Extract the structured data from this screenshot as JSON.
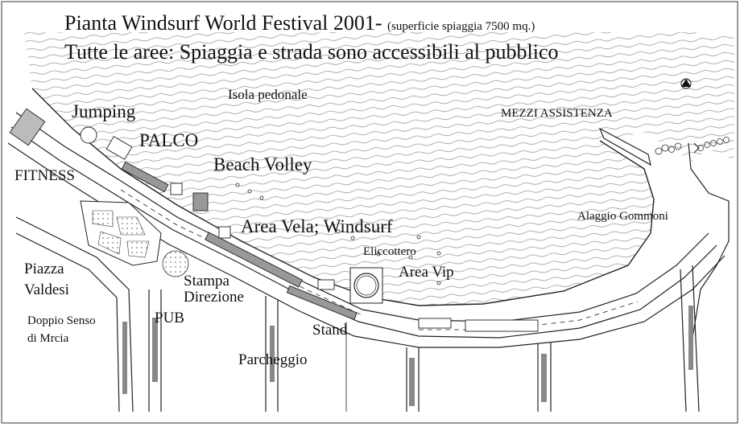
{
  "map": {
    "title": "Pianta Windsurf World Festival 2001-",
    "title_note": "(superficie spiaggia 7500 mq.)",
    "subtitle": "Tutte le aree: Spiaggia e strada sono accessibili al pubblico"
  },
  "labels": {
    "isola": "Isola pedonale",
    "mezzi": "MEZZI ASSISTENZA",
    "jumping": "Jumping",
    "palco": "PALCO",
    "beach": "Beach Volley",
    "fitness": "FITNESS",
    "area_vela": "Area Vela; Windsurf",
    "alaggio": "Alaggio Gommoni",
    "eliccottero": "Eliccottero",
    "area_vip": "Area Vip",
    "piazza_1": "Piazza",
    "piazza_2": "Valdesi",
    "stampa": "Stampa",
    "direzione": "Direzione",
    "pub": "PUB",
    "doppio_1": "Doppio Senso",
    "doppio_2": "di Mrcia",
    "stand": "Stand",
    "parcheggio": "Parcheggio"
  },
  "colors": {
    "ink": "#111111",
    "sea_hatch": "#9a9a9a",
    "background": "#ffffff"
  },
  "icons": [
    "north-arrow-icon",
    "helipad-icon"
  ]
}
